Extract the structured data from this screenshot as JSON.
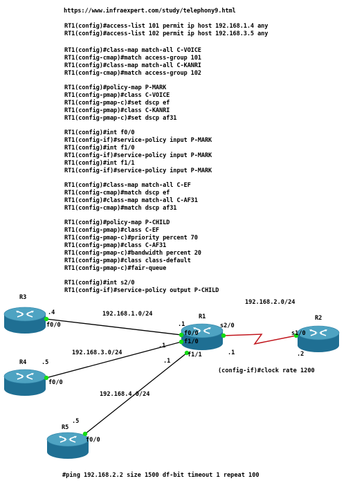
{
  "config": {
    "url": "https://www.infraexpert.com/study/telephony9.html",
    "blocks": [
      [
        "RT1(config)#access-list 101 permit ip host 192.168.1.4 any",
        "RT1(config)#access-list 102 permit ip host 192.168.3.5 any"
      ],
      [
        "RT1(config)#class-map match-all C-VOICE",
        "RT1(config-cmap)#match access-group 101",
        "RT1(config)#class-map match-all C-KANRI",
        "RT1(config-cmap)#match access-group 102"
      ],
      [
        "RT1(config)#policy-map P-MARK",
        "RT1(config-pmap)#class C-VOICE",
        "RT1(config-pmap-c)#set dscp ef",
        "RT1(config-pmap)#class C-KANRI",
        "RT1(config-pmap-c)#set dscp af31"
      ],
      [
        "RT1(config)#int f0/0",
        "RT1(config-if)#service-policy input P-MARK",
        "RT1(config)#int f1/0",
        "RT1(config-if)#service-policy input P-MARK",
        "RT1(config)#int f1/1",
        "RT1(config-if)#service-policy input P-MARK"
      ],
      [
        "RT1(config)#class-map match-all C-EF",
        "RT1(config-cmap)#match dscp ef",
        "RT1(config)#class-map match-all C-AF31",
        "RT1(config-cmap)#match dscp af31"
      ],
      [
        "RT1(config)#policy-map P-CHILD",
        "RT1(config-pmap)#class C-EF",
        "RT1(config-pmap-c)#priority percent 70",
        "RT1(config-pmap)#class C-AF31",
        "RT1(config-pmap-c)#bandwidth percent 20",
        "RT1(config-pmap)#class class-default",
        "RT1(config-pmap-c)#fair-queue"
      ],
      [
        "RT1(config)#int s2/0",
        "RT1(config-if)#service-policy output P-CHILD"
      ]
    ]
  },
  "topology": {
    "routers": {
      "r1": "R1",
      "r2": "R2",
      "r3": "R3",
      "r4": "R4",
      "r5": "R5"
    },
    "networks": {
      "net_r1_r3": "192.168.1.0/24",
      "net_r1_r4": "192.168.3.0/24",
      "net_r1_r5": "192.168.4.0/24",
      "net_r1_r2": "192.168.2.0/24"
    },
    "interfaces": {
      "r3_f00": "f0/0",
      "r4_f00": "f0/0",
      "r5_f00": "f0/0",
      "r1_f00": "f0/0",
      "r1_f10": "f1/0",
      "r1_f11": "f1/1",
      "r1_s20": "s2/0",
      "r2_s10": "s1/0"
    },
    "host_ids": {
      "r3": ".4",
      "r4": ".5",
      "r5": ".5",
      "r1_f00": ".1",
      "r1_f10": ".1",
      "r1_f11": ".1",
      "r1_s20": ".1",
      "r2": ".2"
    },
    "clock_cmd": "(config-if)#clock rate 1200",
    "ping_cmd": "#ping 192.168.2.2 size 1500 df-bit timeout 1 repeat 100"
  },
  "colors": {
    "router_top": "#4ea3c2",
    "router_side": "#1f6f93",
    "serial_link": "#c0141b",
    "ethernet_link": "#000000",
    "port_dot": "#14dc14"
  }
}
